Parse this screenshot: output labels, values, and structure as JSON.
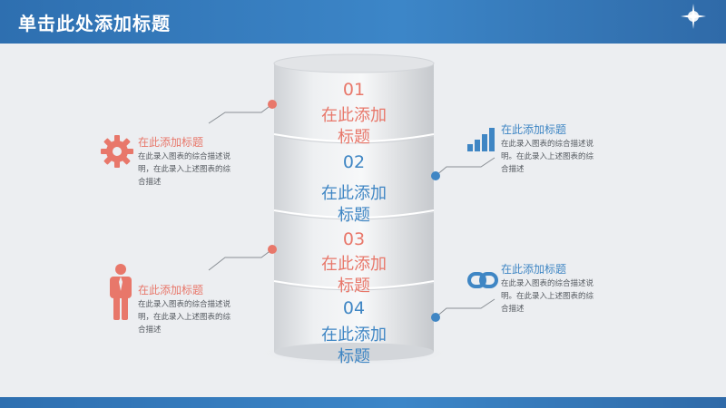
{
  "header": {
    "title": "单击此处添加标题"
  },
  "segments": [
    {
      "number": "01",
      "caption_line1": "在此添加",
      "caption_line2": "标题",
      "color": "#e8776a"
    },
    {
      "number": "02",
      "caption_line1": "在此添加",
      "caption_line2": "标题",
      "color": "#3f86c4"
    },
    {
      "number": "03",
      "caption_line1": "在此添加",
      "caption_line2": "标题",
      "color": "#e8776a"
    },
    {
      "number": "04",
      "caption_line1": "在此添加",
      "caption_line2": "标题",
      "color": "#3f86c4"
    }
  ],
  "items": {
    "left_top": {
      "title": "在此添加标题",
      "desc": [
        "在此录入图表的综合描述说",
        "明，在此录入上述图表的综",
        "合描述"
      ],
      "icon": "gear-icon",
      "color": "#e8776a"
    },
    "left_bottom": {
      "title": "在此添加标题",
      "desc": [
        "在此录入图表的综合描述说",
        "明，在此录入上述图表的综",
        "合描述"
      ],
      "icon": "person-icon",
      "color": "#e8776a"
    },
    "right_top": {
      "title": "在此添加标题",
      "desc": [
        "在此录入图表的综合描述说",
        "明。在此录入上述图表的综",
        "合描述"
      ],
      "icon": "bar-chart-icon",
      "color": "#3f86c4"
    },
    "right_bottom": {
      "title": "在此添加标题",
      "desc": [
        "在此录入图表的综合描述说",
        "明。在此录入上述图表的综",
        "合描述"
      ],
      "icon": "link-icon",
      "color": "#3f86c4"
    }
  }
}
